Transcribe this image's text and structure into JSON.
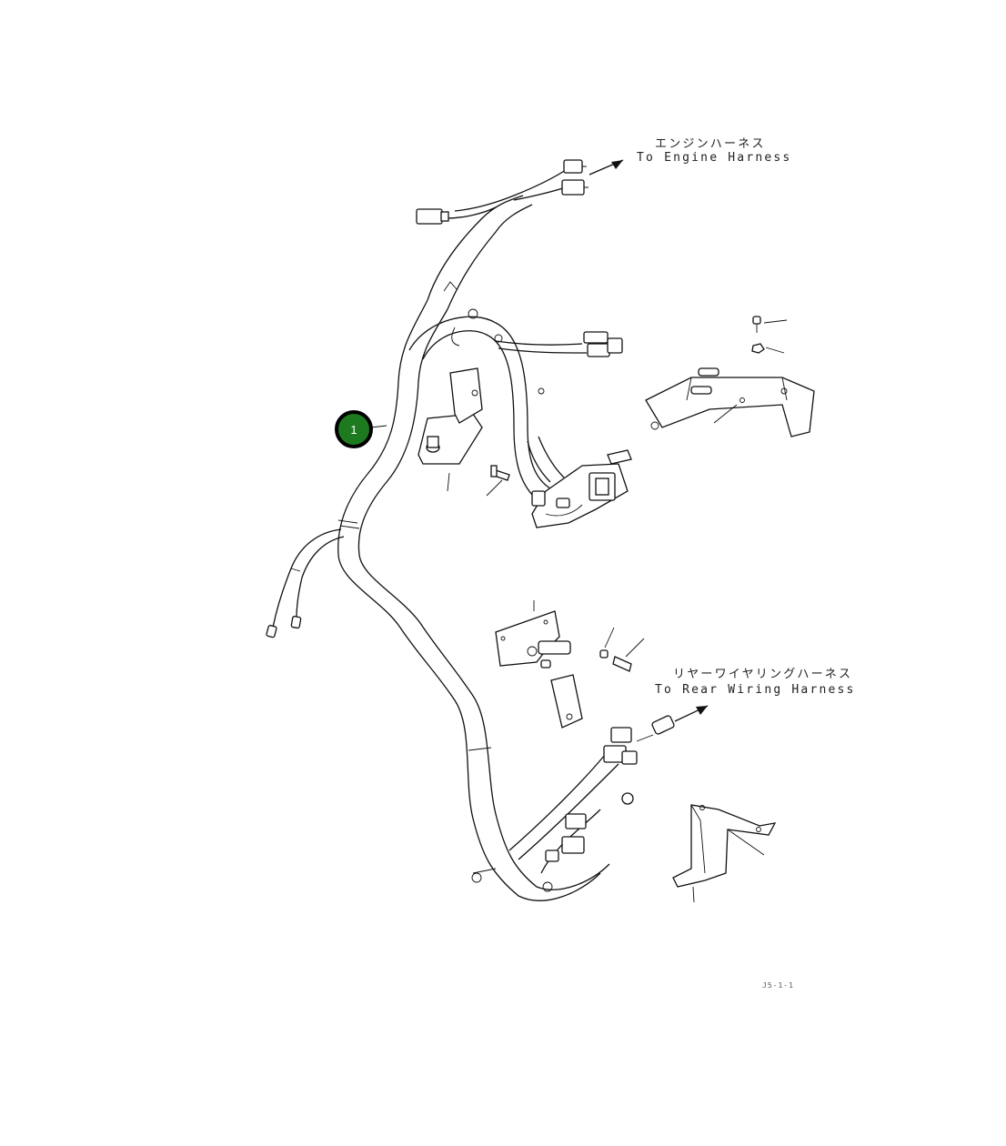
{
  "callouts": [
    {
      "number": "1"
    }
  ],
  "labels": {
    "engine_harness_jp": "エンジンハーネス",
    "engine_harness_en": "To Engine Harness",
    "rear_harness_jp": "リヤーワイヤリングハーネス",
    "rear_harness_en": "To Rear Wiring Harness"
  },
  "figure_ref": "J5-1-1",
  "colors": {
    "callout_fill": "#1e7a1e",
    "callout_stroke": "#000000",
    "line": "#111111"
  }
}
